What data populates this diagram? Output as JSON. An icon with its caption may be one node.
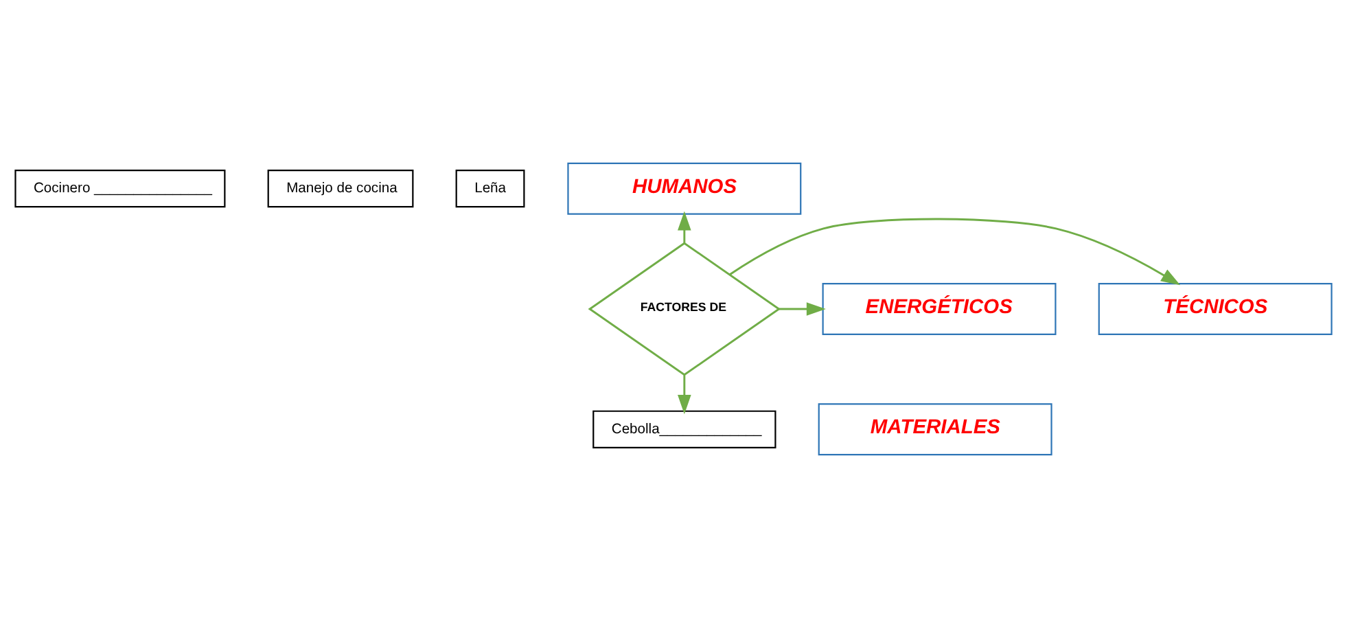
{
  "diagram": {
    "nodes": [
      {
        "text": [
          "Cocinero _______________"
        ]
      },
      {
        "text": [
          "Manejo de cocina"
        ]
      },
      {
        "text": [
          "Leña"
        ]
      },
      {
        "text": [
          "HUMANOS"
        ]
      },
      {
        "text": [
          "TÉCNICOS"
        ]
      },
      {
        "text": [
          "FACTORES DE"
        ]
      },
      {
        "text": [
          "ENERGÉTICOS"
        ]
      },
      {
        "text": [
          "MATERIALES"
        ]
      },
      {
        "text": [
          "Cebolla_____________"
        ]
      }
    ],
    "edges": [
      {
        "from": 5,
        "to": 3,
        "arrow": "to"
      },
      {
        "from": 5,
        "to": 4,
        "arrow": "to"
      },
      {
        "from": 5,
        "to": 6,
        "arrow": "to"
      },
      {
        "from": 5,
        "to": 8,
        "arrow": "to"
      }
    ]
  }
}
